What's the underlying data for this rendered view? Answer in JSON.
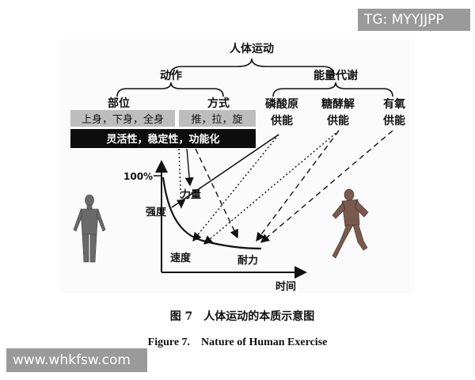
{
  "watermarks": {
    "top_right": "TG: MYYJJPP",
    "bottom_left": "www.whkfsw.com"
  },
  "colors": {
    "ink": "#111111",
    "grey_box": "#bdbdbd",
    "black_box": "#0d0d0d",
    "badge_bg": "#9a9a9a",
    "figure_panel": "#fbfbfb"
  },
  "diagram": {
    "root": "人体运动",
    "branch_action": "动作",
    "branch_energy": "能量代谢",
    "part": "部位",
    "mode": "方式",
    "part_items": "上身，下身，全身",
    "mode_items": "推，拉，旋",
    "qualities": "灵活性，稳定性，功能化",
    "energy": [
      {
        "l1": "磷酸原",
        "l2": "供能"
      },
      {
        "l1": "糖酵解",
        "l2": "供能"
      },
      {
        "l1": "有氧",
        "l2": "供能"
      }
    ]
  },
  "curve_chart": {
    "y_top_tick": "100%",
    "ylabel": "强度",
    "xlabel": "时间",
    "labels": {
      "strength": "力量",
      "speed": "速度",
      "endurance": "耐力"
    }
  },
  "figure": {
    "caption_cn": "图 7　人体运动的本质示意图",
    "caption_en": "Figure 7.　Nature of Human Exercise"
  }
}
